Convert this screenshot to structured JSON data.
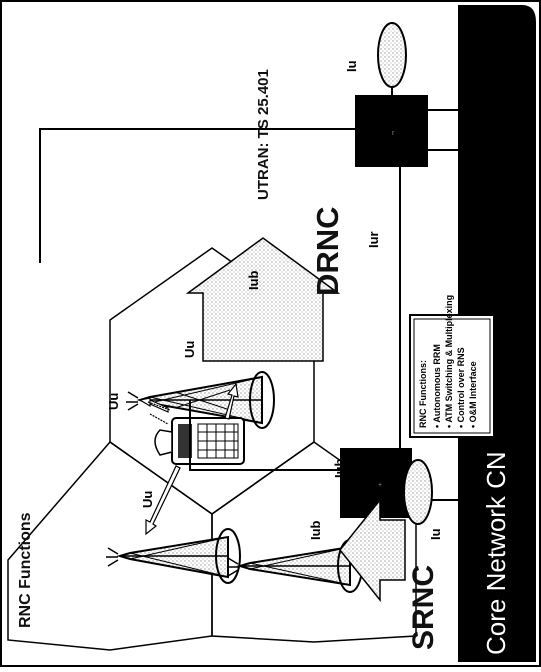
{
  "page_title": "RNC Functions",
  "spec_ref": "UTRAN: TS 25.401",
  "core_network_label": "Core Network CN",
  "srnc_label": "SRNC",
  "drnc_label": "DRNC",
  "interfaces": {
    "iub_top": "Iub",
    "iu_top": "Iu",
    "iur": "Iur",
    "iub_left": "Iub",
    "iub_mid": "Iub",
    "iu_bottom": "Iu"
  },
  "uu_labels": {
    "uu_left": "Uu",
    "uu_top_a": "Uu",
    "uu_top_b": "Uu"
  },
  "rnc_functions": {
    "heading": "RNC Functions:",
    "items": [
      "Autonomous RRM",
      "ATM Switching & Multiplexing",
      "Control over RNS",
      "O&M Interface"
    ]
  },
  "colors": {
    "core_network_fill": "#000000",
    "rnc_box_fill": "#000000",
    "arrow_fill": "#dcdcdc"
  }
}
